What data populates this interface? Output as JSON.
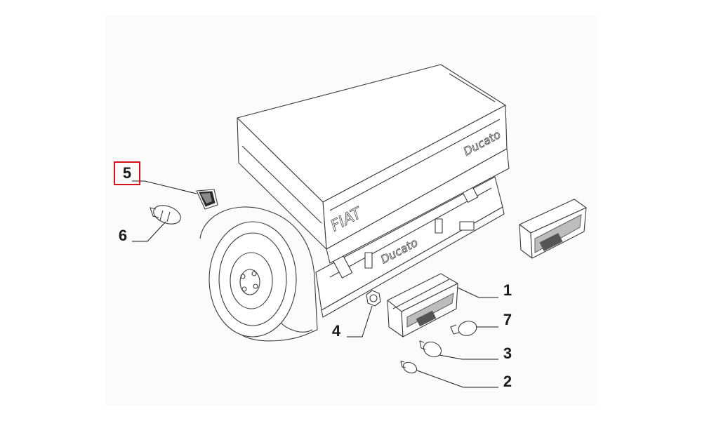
{
  "diagram": {
    "branding": {
      "front_logo": "FIAT",
      "model_badge_top": "Ducato",
      "model_badge_bumper": "Ducato"
    },
    "callouts": [
      {
        "id": "1",
        "label": "1",
        "highlighted": false
      },
      {
        "id": "2",
        "label": "2",
        "highlighted": false
      },
      {
        "id": "3",
        "label": "3",
        "highlighted": false
      },
      {
        "id": "4",
        "label": "4",
        "highlighted": false
      },
      {
        "id": "5",
        "label": "5",
        "highlighted": true
      },
      {
        "id": "6",
        "label": "6",
        "highlighted": false
      },
      {
        "id": "7",
        "label": "7",
        "highlighted": false
      }
    ],
    "highlight_color": "#d0101a"
  }
}
